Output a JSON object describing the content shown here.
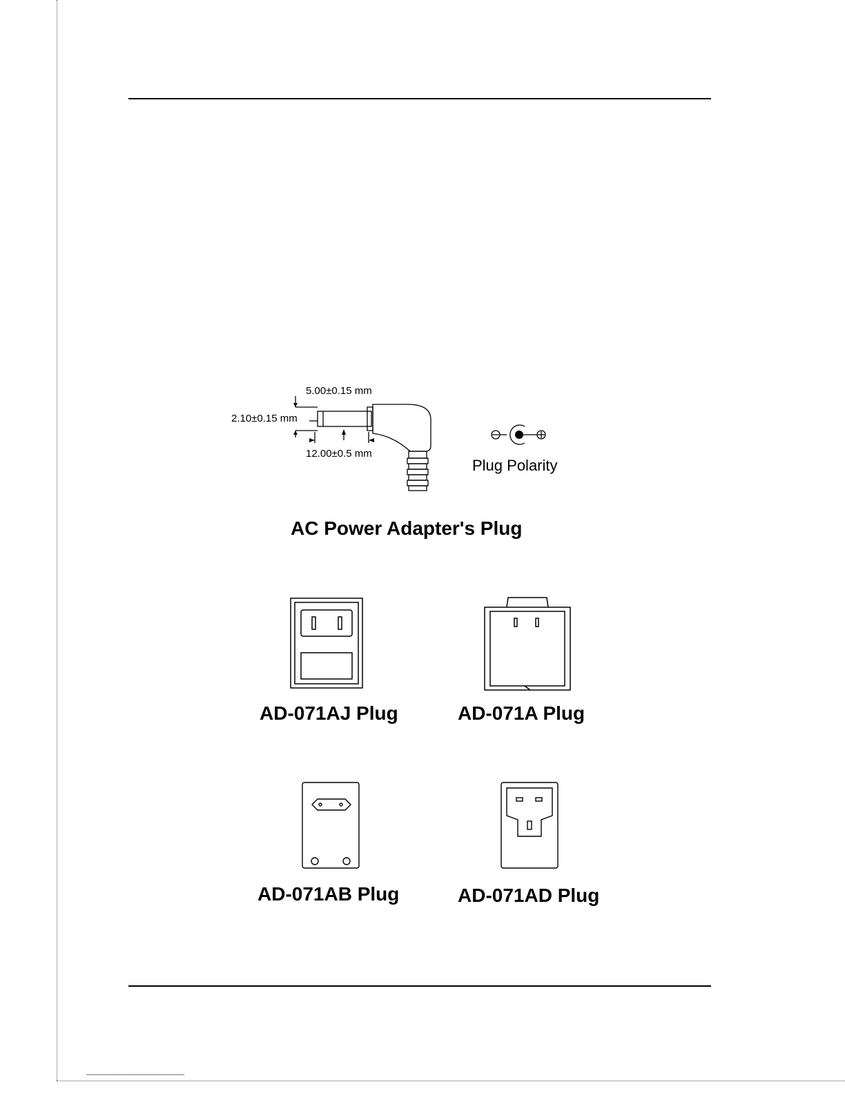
{
  "dimensions": {
    "tip_diameter": "5.00±0.15 mm",
    "inner_diameter": "2.10±0.15 mm",
    "barrel_length": "12.00±0.5 mm"
  },
  "polarity_label": "Plug Polarity",
  "caption": "AC Power Adapter's Plug",
  "plugs": [
    {
      "label": "AD-071AJ Plug"
    },
    {
      "label": "AD-071A Plug"
    },
    {
      "label": "AD-071AB Plug"
    },
    {
      "label": "AD-071AD Plug"
    }
  ]
}
